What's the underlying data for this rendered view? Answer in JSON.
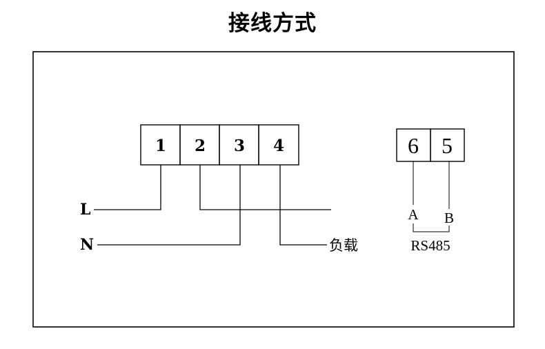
{
  "title": "接线方式",
  "main_terminals": [
    "1",
    "2",
    "3",
    "4"
  ],
  "comm_terminals": [
    "6",
    "5"
  ],
  "comm_labels": {
    "a": "A",
    "b": "B",
    "protocol": "RS485"
  },
  "wire_labels": {
    "live": "L",
    "neutral": "N",
    "load": "负载"
  }
}
